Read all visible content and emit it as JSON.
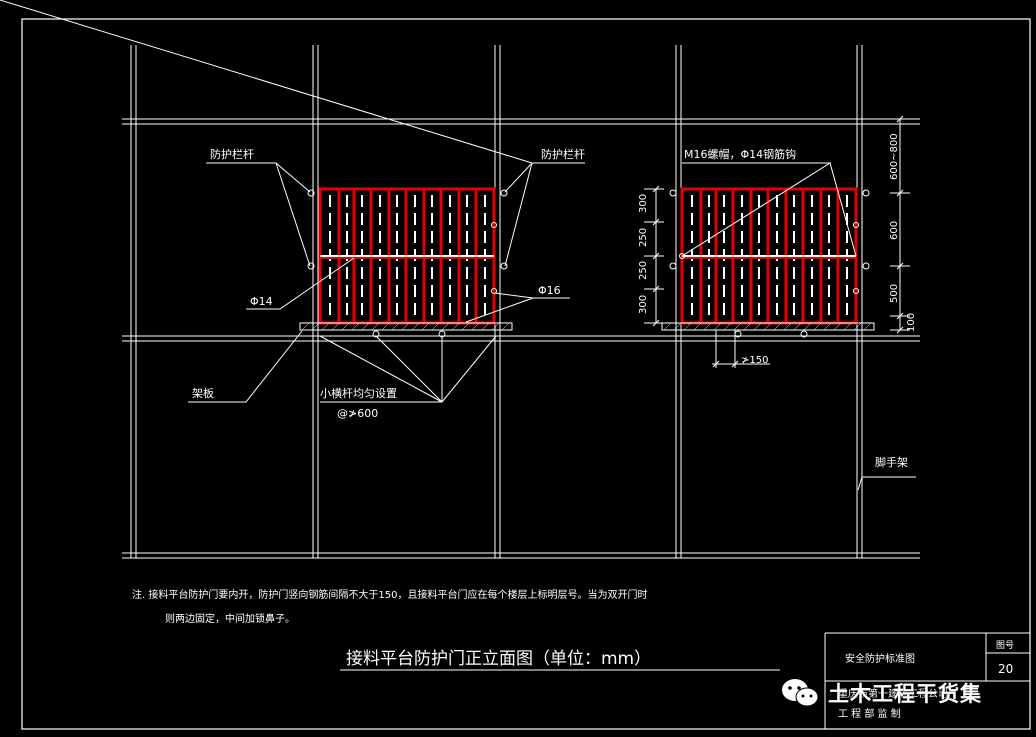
{
  "labels": {
    "guardrail_left": "防护栏杆",
    "guardrail_right": "防护栏杆",
    "bolt_note": "M16螺帽，Φ14钢筋钩",
    "phi14": "Φ14",
    "phi16": "Φ16",
    "plank": "架板",
    "small_bar": "小横杆均匀设置",
    "small_bar_spacing": "@≯600",
    "gap": "≯150",
    "scaffold": "脚手架"
  },
  "dims_left": [
    "300",
    "250",
    "250",
    "300"
  ],
  "dims_right": [
    "600~800",
    "600",
    "500",
    "100"
  ],
  "notes": [
    "注. 接料平台防护门要内开，防护门竖向钢筋间隔不大于150，且接料平台门应在每个楼层上标明层号。当为双开门时",
    "则两边固定，中间加锁鼻子。"
  ],
  "title": "接料平台防护门正立面图（单位：mm）",
  "title_block": {
    "name": "安全防护标准图",
    "drawing_no_label": "图号",
    "drawing_no": "20",
    "company": "重庆市第一建筑工程公司",
    "dept": "工  程  部  监  制"
  },
  "watermark": "土木工程干货集",
  "colors": {
    "background": "#000000",
    "line": "#ffffff",
    "door": "#e60000"
  }
}
